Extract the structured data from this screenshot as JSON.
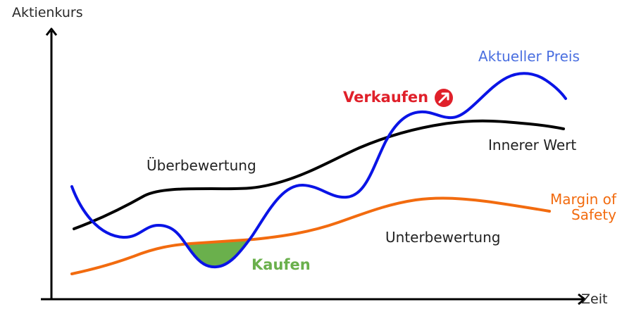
{
  "chart_data": {
    "type": "line",
    "title": "",
    "xlabel": "Zeit",
    "ylabel": "Aktienkurs",
    "grid": false,
    "series": [
      {
        "name": "Aktueller Preis",
        "color": "#0a14e6",
        "label_color": "#4a6fe0",
        "points": [
          [
            102,
            265
          ],
          [
            175,
            337
          ],
          [
            225,
            320
          ],
          [
            305,
            378
          ],
          [
            355,
            343
          ],
          [
            430,
            263
          ],
          [
            492,
            280
          ],
          [
            550,
            200
          ],
          [
            595,
            158
          ],
          [
            640,
            167
          ],
          [
            740,
            105
          ],
          [
            803,
            140
          ]
        ]
      },
      {
        "name": "Innerer Wert",
        "color": "#000000",
        "points": [
          [
            105,
            325
          ],
          [
            210,
            272
          ],
          [
            330,
            268
          ],
          [
            450,
            230
          ],
          [
            560,
            190
          ],
          [
            680,
            173
          ],
          [
            800,
            183
          ]
        ]
      },
      {
        "name": "Margin of Safety",
        "color": "#f26b0f",
        "points": [
          [
            102,
            389
          ],
          [
            180,
            368
          ],
          [
            260,
            348
          ],
          [
            360,
            340
          ],
          [
            470,
            320
          ],
          [
            560,
            290
          ],
          [
            640,
            282
          ],
          [
            780,
            300
          ]
        ]
      }
    ],
    "annotations": [
      {
        "text": "Überbewertung",
        "region": "above intrinsic value"
      },
      {
        "text": "Unterbewertung",
        "region": "below intrinsic value"
      },
      {
        "text": "Kaufen",
        "color": "#6ab04c",
        "note": "price below margin of safety (shaded green)"
      },
      {
        "text": "Verkaufen",
        "color": "#e0202a",
        "note": "price above intrinsic value",
        "icon": "arrow-up-right-circle"
      }
    ]
  },
  "labels": {
    "y_axis": "Aktienkurs",
    "x_axis": "Zeit",
    "current_price": "Aktueller Preis",
    "intrinsic_value": "Innerer Wert",
    "margin_line1": "Margin of",
    "margin_line2": "Safety",
    "overvalued": "Überbewertung",
    "undervalued": "Unterbewertung",
    "buy": "Kaufen",
    "sell": "Verkaufen"
  },
  "colors": {
    "price": "#0a14e6",
    "price_label": "#4a6fe0",
    "intrinsic": "#000000",
    "margin": "#f26b0f",
    "buy": "#6ab04c",
    "sell": "#e0202a"
  }
}
